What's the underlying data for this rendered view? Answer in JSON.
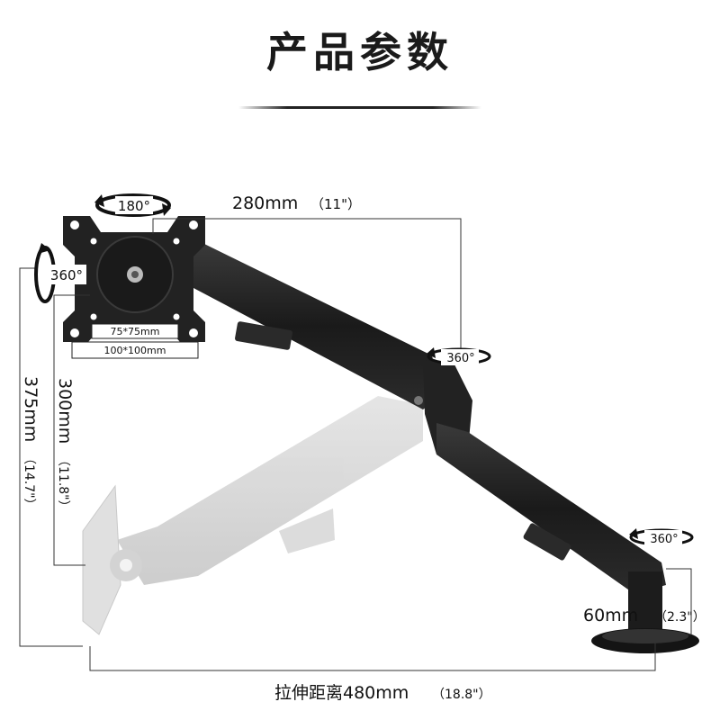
{
  "title": "产品参数",
  "rotations": {
    "top": "180°",
    "left": "360°",
    "elbow": "360°",
    "base": "360°"
  },
  "vesa": {
    "small": "75*75mm",
    "large": "100*100mm"
  },
  "dimensions": {
    "reach_top_value": "280mm",
    "reach_top_inch": "（11\"）",
    "height_inner_value": "300mm",
    "height_inner_inch": "（11.8\"）",
    "height_outer_value": "375mm",
    "height_outer_inch": "（14.7\"）",
    "pole_value": "60mm",
    "pole_inch": "（2.3\"）",
    "extension_value": "拉伸距离480mm",
    "extension_inch": "（18.8\"）"
  },
  "colors": {
    "arm": "#1e1e1e",
    "arm_shadow": "#cfcfcf",
    "line": "#333333"
  }
}
